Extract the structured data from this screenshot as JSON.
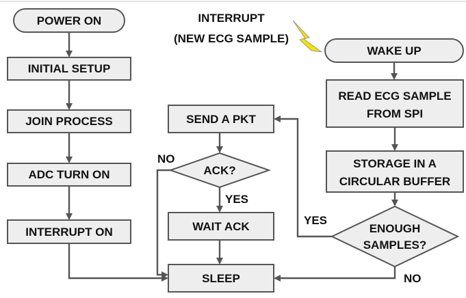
{
  "diagram": {
    "colors": {
      "node_fill": "#eeeeee",
      "node_stroke": "#555555",
      "line": "#555555",
      "text": "#111111",
      "lightning": "#f5e000"
    },
    "nodes": {
      "power_on": "POWER ON",
      "initial_setup": "INITIAL SETUP",
      "join_process": "JOIN PROCESS",
      "adc_turn_on": "ADC TURN ON",
      "interrupt_on": "INTERRUPT ON",
      "send_pkt": "SEND A PKT",
      "ack": "ACK?",
      "wait_ack": "WAIT ACK",
      "sleep": "SLEEP",
      "wake_up": "WAKE UP",
      "read_ecg_line1": "READ ECG SAMPLE",
      "read_ecg_line2": "FROM SPI",
      "storage_line1": "STORAGE IN A",
      "storage_line2": "CIRCULAR BUFFER",
      "enough_line1": "ENOUGH",
      "enough_line2": "SAMPLES?"
    },
    "labels": {
      "interrupt_line1": "INTERRUPT",
      "interrupt_line2": "(NEW ECG SAMPLE)",
      "ack_no": "NO",
      "ack_yes": "YES",
      "enough_yes": "YES",
      "enough_no": "NO"
    }
  }
}
